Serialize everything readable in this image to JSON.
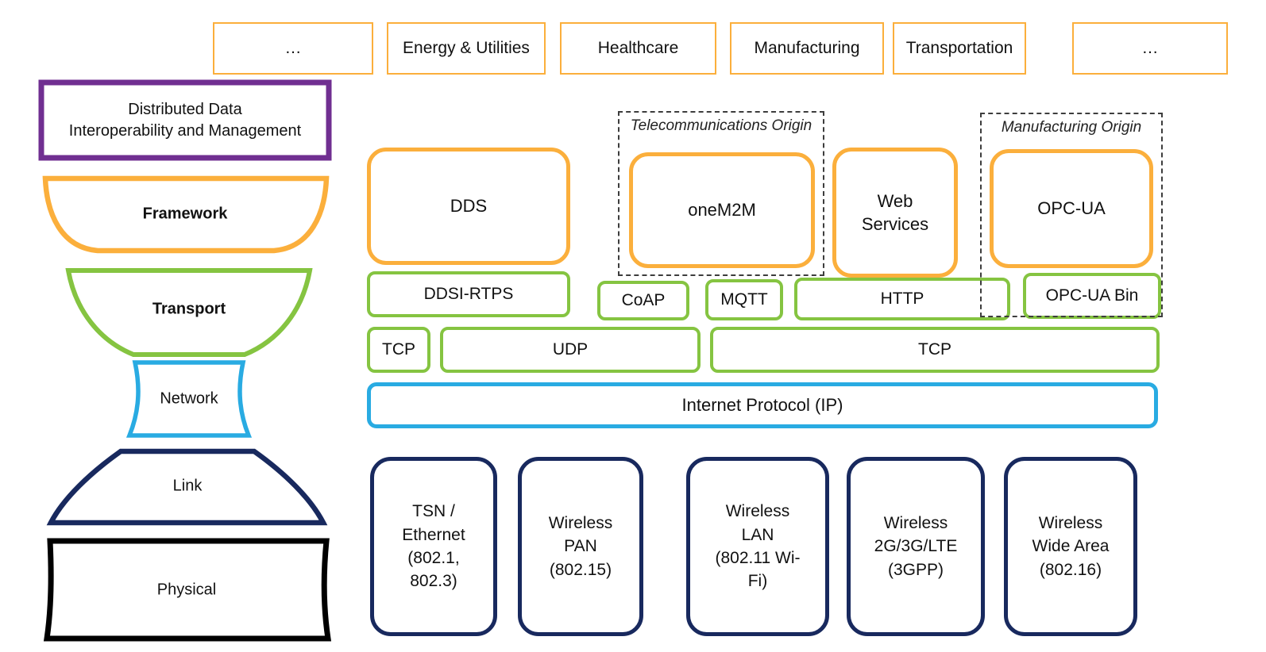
{
  "palette": {
    "orange": "#FBAF3C",
    "green": "#85C441",
    "blue": "#29ABE2",
    "navy": "#18295E",
    "purple": "#702F91",
    "black": "#000000"
  },
  "industries": {
    "items": [
      {
        "label": "…"
      },
      {
        "label": "Energy & Utilities"
      },
      {
        "label": "Healthcare"
      },
      {
        "label": "Manufacturing"
      },
      {
        "label": "Transportation"
      },
      {
        "label": "…"
      }
    ]
  },
  "osi_stack": {
    "layers": [
      {
        "id": "distributed-data",
        "label": "Distributed Data\nInteroperability and Management"
      },
      {
        "id": "framework",
        "label": "Framework"
      },
      {
        "id": "transport",
        "label": "Transport"
      },
      {
        "id": "network",
        "label": "Network"
      },
      {
        "id": "link",
        "label": "Link"
      },
      {
        "id": "physical",
        "label": "Physical"
      }
    ]
  },
  "origin_groups": {
    "telecom": {
      "label": "Telecommunications Origin"
    },
    "manufacturing": {
      "label": "Manufacturing Origin"
    }
  },
  "framework_layer": {
    "items": [
      {
        "label": "DDS"
      },
      {
        "label": "oneM2M"
      },
      {
        "label": "Web\nServices"
      },
      {
        "label": "OPC-UA"
      }
    ]
  },
  "transport_layer": {
    "items": [
      {
        "label": "DDSI-RTPS"
      },
      {
        "label": "CoAP"
      },
      {
        "label": "MQTT"
      },
      {
        "label": "HTTP"
      },
      {
        "label": "OPC-UA Bin"
      }
    ]
  },
  "tcp_udp_layer": {
    "items": [
      {
        "label": "TCP"
      },
      {
        "label": "UDP"
      },
      {
        "label": "TCP"
      }
    ]
  },
  "network_layer": {
    "ip_label": "Internet Protocol (IP)"
  },
  "link_layer": {
    "items": [
      {
        "label": "TSN /\nEthernet\n(802.1,\n802.3)"
      },
      {
        "label": "Wireless\nPAN\n(802.15)"
      },
      {
        "label": "Wireless\nLAN\n(802.11 Wi-\nFi)"
      },
      {
        "label": "Wireless\n2G/3G/LTE\n(3GPP)"
      },
      {
        "label": "Wireless\nWide Area\n(802.16)"
      }
    ]
  }
}
